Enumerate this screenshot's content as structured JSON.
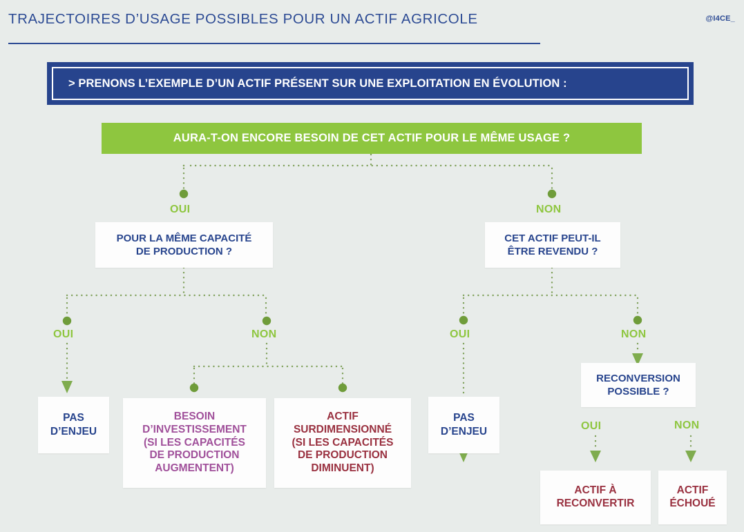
{
  "header": {
    "title": "TRAJECTOIRES D’USAGE POSSIBLES POUR UN ACTIF AGRICOLE",
    "brand": "@I4CE_"
  },
  "banner": {
    "text": "> PRENONS L’EXEMPLE D’UN ACTIF PRÉSENT SUR UNE EXPLOITATION EN ÉVOLUTION :"
  },
  "root_question": {
    "text": "AURA-T-ON ENCORE BESOIN DE CET ACTIF POUR LE MÊME USAGE ?"
  },
  "labels": {
    "root_yes": "OUI",
    "root_no": "NON",
    "left_yes": "OUI",
    "left_no": "NON",
    "right_yes": "OUI",
    "right_no": "NON",
    "reconv_yes": "OUI",
    "reconv_no": "NON"
  },
  "questions": {
    "left": {
      "line1": "POUR LA MÊME CAPACITÉ",
      "line2": "DE PRODUCTION ?"
    },
    "right": {
      "line1": "CET ACTIF PEUT-IL",
      "line2": "ÊTRE REVENDU ?"
    },
    "reconversion": {
      "line1": "RECONVERSION",
      "line2": "POSSIBLE ?"
    }
  },
  "outcomes": {
    "pas_enjeu_left": {
      "line1": "PAS",
      "line2": "D’ENJEU"
    },
    "besoin_investissement": {
      "line1": "BESOIN",
      "line2": "D’INVESTISSEMENT",
      "sub1": "(SI LES CAPACITÉS",
      "sub2": "DE PRODUCTION",
      "sub3": "AUGMENTENT)"
    },
    "actif_surdimensionne": {
      "line1": "ACTIF",
      "line2": "SURDIMENSIONNÉ",
      "sub1": "(SI LES CAPACITÉS",
      "sub2": "DE PRODUCTION",
      "sub3": "DIMINUENT)"
    },
    "pas_enjeu_right": {
      "line1": "PAS",
      "line2": "D’ENJEU"
    },
    "actif_a_reconvertir": {
      "line1": "ACTIF À",
      "line2": "RECONVERTIR"
    },
    "actif_echoue": {
      "line1": "ACTIF",
      "line2": "ÉCHOUÉ"
    }
  },
  "colors": {
    "background": "#e8ecea",
    "navy": "#27448d",
    "green": "#8ec63f",
    "connector_green": "#7fa05a",
    "magenta": "#a0509a",
    "dark_red": "#99303f",
    "box_white": "#fdfdfd"
  }
}
